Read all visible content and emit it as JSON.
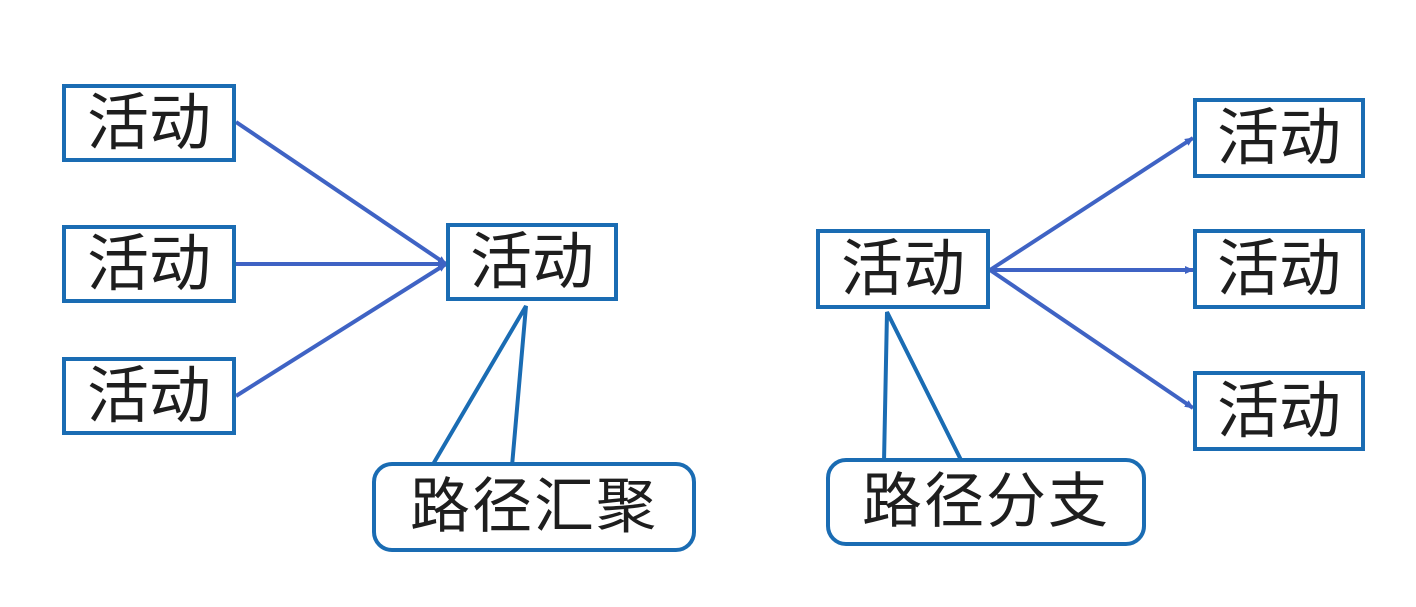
{
  "colors": {
    "box_border": "#1a6cb3",
    "arrow": "#3f63c4",
    "callout_line": "#1a6cb3",
    "text": "#1e1e1e"
  },
  "merge": {
    "sources": [
      {
        "label": "活动"
      },
      {
        "label": "活动"
      },
      {
        "label": "活动"
      }
    ],
    "target": {
      "label": "活动"
    },
    "callout": {
      "label": "路径汇聚"
    }
  },
  "split": {
    "source": {
      "label": "活动"
    },
    "targets": [
      {
        "label": "活动"
      },
      {
        "label": "活动"
      },
      {
        "label": "活动"
      }
    ],
    "callout": {
      "label": "路径分支"
    }
  },
  "edges": [
    {
      "from": "merge-source-1",
      "to": "merge-target"
    },
    {
      "from": "merge-source-2",
      "to": "merge-target"
    },
    {
      "from": "merge-source-3",
      "to": "merge-target"
    },
    {
      "from": "split-source",
      "to": "split-target-1"
    },
    {
      "from": "split-source",
      "to": "split-target-2"
    },
    {
      "from": "split-source",
      "to": "split-target-3"
    }
  ]
}
